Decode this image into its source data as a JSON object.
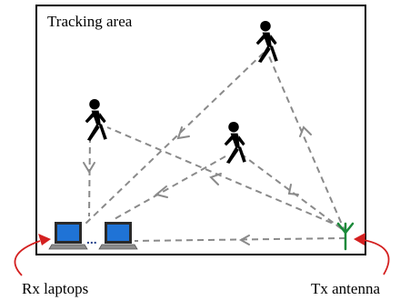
{
  "labels": {
    "area": "Tracking area",
    "rx": "Rx laptops",
    "tx": "Tx antenna",
    "dots": "..."
  },
  "icons": {
    "person": "walking-person-icon",
    "laptop": "laptop-icon",
    "antenna": "antenna-icon"
  },
  "colors": {
    "border": "#000000",
    "path": "#8a8a8a",
    "antenna": "#1a8a3a",
    "screen": "#1f73d6",
    "callout": "#d42020"
  }
}
